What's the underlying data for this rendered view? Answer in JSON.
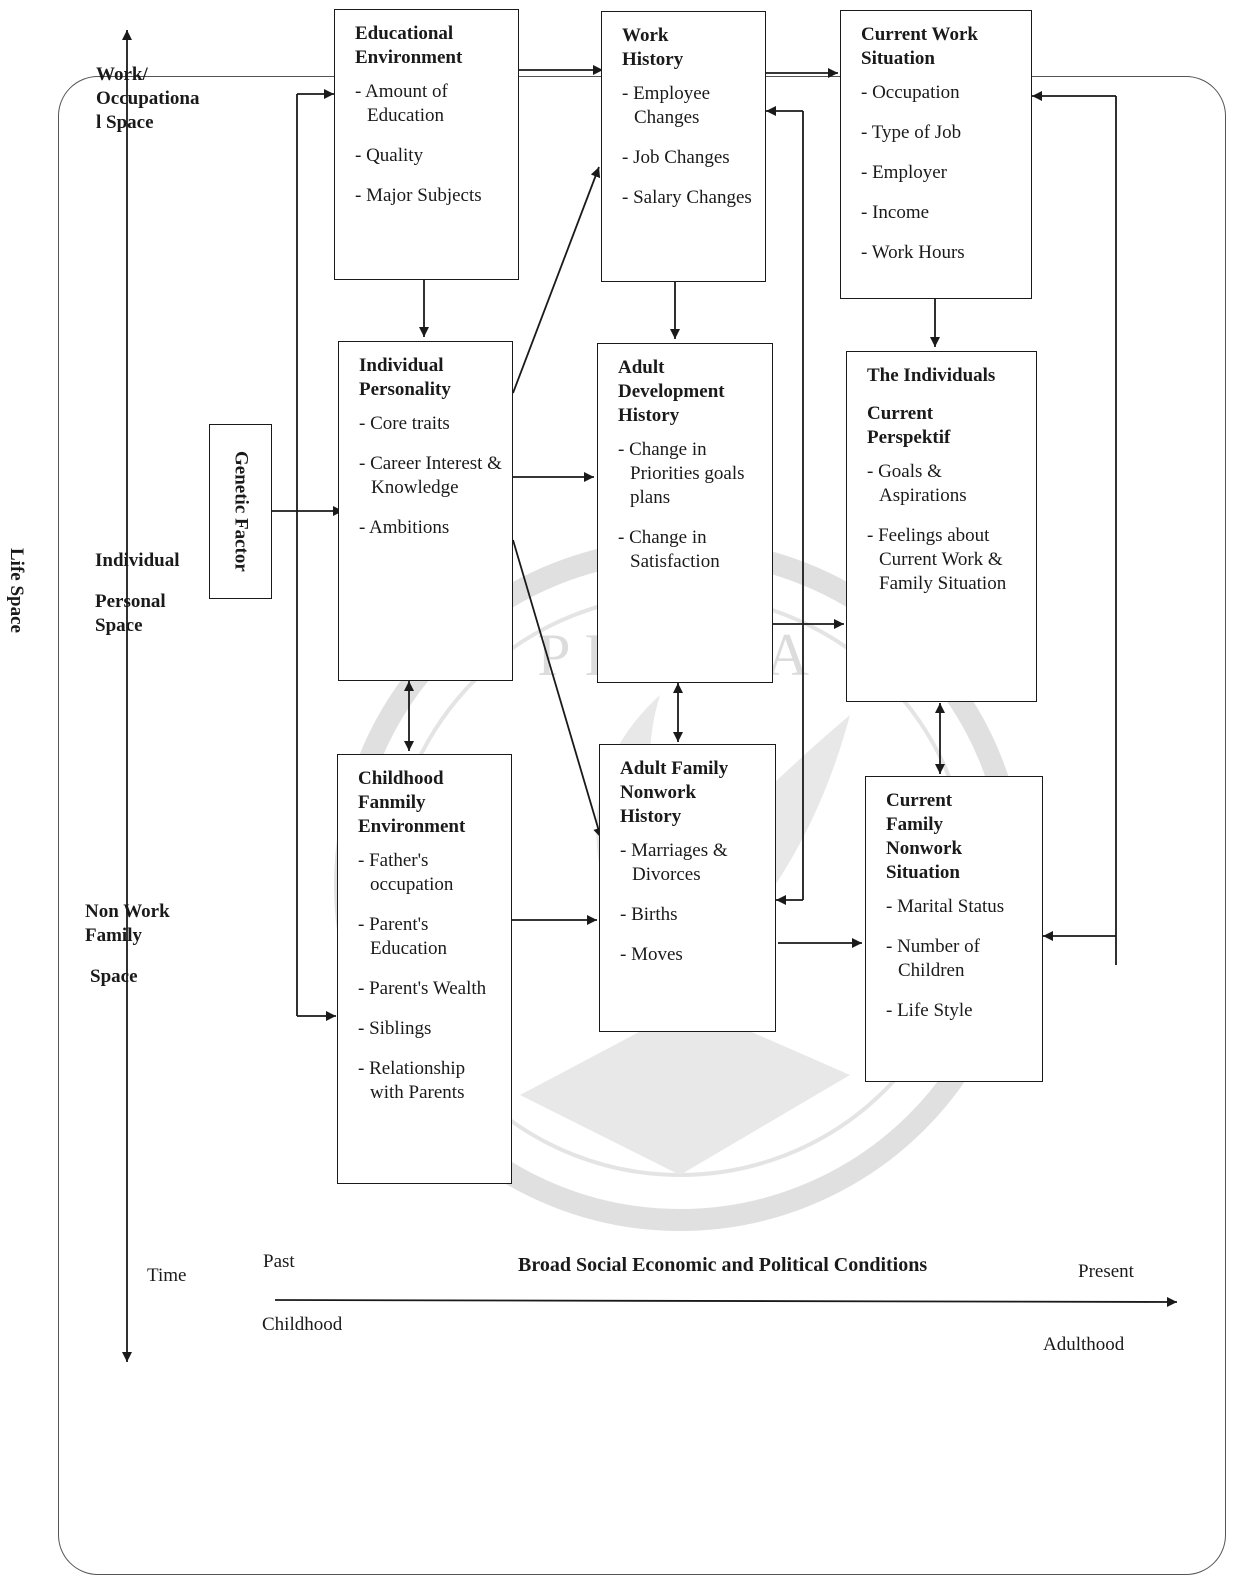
{
  "life_space_label": "Life Space",
  "genetic_factor": "Genetic Factor",
  "spaces": {
    "work": "Work/\nOccupationa\nl Space",
    "individual": "Individual",
    "personal": "Personal\nSpace",
    "nonwork": "Non Work\nFamily",
    "nonwork_space": "Space"
  },
  "boxes": {
    "educational": {
      "title": "Educational\nEnvironment",
      "items": [
        "- Amount of Education",
        "- Quality",
        "- Major Subjects"
      ]
    },
    "work_history": {
      "title": "Work\nHistory",
      "items": [
        "- Employee Changes",
        "- Job Changes",
        "- Salary Changes"
      ]
    },
    "current_work": {
      "title": "Current Work\nSituation",
      "items": [
        "- Occupation",
        "- Type of  Job",
        "- Employer",
        "- Income",
        "- Work Hours"
      ]
    },
    "personality": {
      "title": "Individual\nPersonality",
      "items": [
        "- Core traits",
        "- Career Interest & Knowledge",
        "- Ambitions"
      ]
    },
    "adult_dev": {
      "title": "Adult\nDevelopment\nHistory",
      "items": [
        "- Change in Priorities goals plans",
        "- Change in Satisfaction"
      ]
    },
    "individuals": {
      "title": "The Individuals",
      "subtitle": "Current\nPerspektif",
      "items": [
        "- Goals & Aspirations",
        "- Feelings about Current Work & Family Situation"
      ]
    },
    "childhood": {
      "title": "Childhood\nFanmily\nEnvironment",
      "items": [
        "- Father's occupation",
        "- Parent's Education",
        "- Parent's Wealth",
        "- Siblings",
        "- Relationship with Parents"
      ]
    },
    "adult_family": {
      "title": "Adult Family\nNonwork\nHistory",
      "items": [
        "- Marriages & Divorces",
        "- Births",
        "- Moves"
      ]
    },
    "current_family": {
      "title": "Current\nFamily\nNonwork\nSituation",
      "items": [
        "- Marital Status",
        "- Number of Children",
        "- Life Style"
      ]
    }
  },
  "time_axis": {
    "time": "Time",
    "past": "Past",
    "childhood": "Childhood",
    "title": "Broad Social Economic and Political Conditions",
    "present": "Present",
    "adulthood": "Adulthood"
  },
  "watermark_text": "PELITA"
}
